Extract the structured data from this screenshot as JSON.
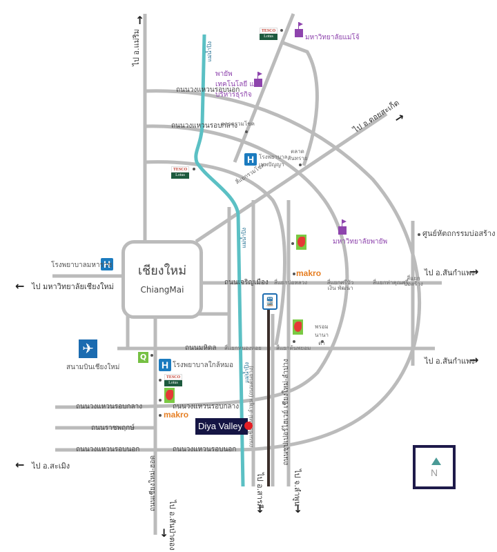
{
  "city": {
    "name_th": "เชียงใหม่",
    "name_en": "ChiangMai"
  },
  "project": {
    "name": "Diya Valley",
    "marker_color": "#e31e24",
    "label_bg": "#151544"
  },
  "compass": {
    "label": "N",
    "arrow_color": "#4a9a96",
    "border_color": "#1e1a4a"
  },
  "colors": {
    "road": "#bbbbbb",
    "river": "#5bc0c4",
    "railway": "#3a2e2a",
    "landmark_purple": "#8e44ad",
    "hospital_blue": "#1b7bbf",
    "makro_orange": "#e67e22"
  },
  "directions": {
    "north_mae_rim": "ไป อ.แม่ริม",
    "west_cmu": "ไป มหาวิทยาลัยเชียงใหม่",
    "west_samoeng": "ไป อ.สะเมิง",
    "east_doi_saket": "ไป อ.ดอยสะเก็ด",
    "east_san_kamphaeng_1": "ไป อ.สันกำแพง",
    "east_san_kamphaeng_2": "ไป อ.สันกำแพง",
    "south_san_pa_tong": "ไป อ.สันป่าตอง",
    "south_saraphi": "ไป อ.สารภี",
    "south_lamphun": "ไป จ.ลำพูน"
  },
  "roads": {
    "outer_ring_north": "ถนนวงแหวนรอบนอก",
    "middle_ring_north": "ถนนวงแหวนรอบกลาง",
    "middle_ring_sw_1": "ถนนวงแหวนรอบกลาง",
    "middle_ring_sw_2": "ถนนวงแหวนรอบกลาง",
    "outer_ring_sw_1": "ถนนวงแหวนรอบนอก",
    "outer_ring_sw_2": "ถนนวงแหวนรอบนอก",
    "ratchaphruek": "ถนนราชพฤกษ์",
    "charoen_mueang": "ถนนเจริญเมือง",
    "mahidol": "ถนนมหิดล",
    "chiangmai_hot": "ถนนเชียงใหม่-ฮอด",
    "superhighway_lamphun": "ถนนซุปเปอร์ไฮเวย์ เชียงใหม่-ลำปาง",
    "cm_lamphun_old": "ถนนเชียงใหม่-ลำพูน (ถนนต้นยาง)",
    "river_ping_1": "แม่น้ำปิง",
    "river_ping_2": "แม่น้ำปิง",
    "river_ping_3": "แม่น้ำปิง",
    "river_ping_4": "แม่น้ำปิง",
    "intersection_ruam_chok": "สี่แยกรวมโชค"
  },
  "intersections": {
    "ban_nong_luang": "สี่แยกบ่อหลวง",
    "kriangkrai": "สี่แยกศรีบัวเงิน พัฒนา",
    "tha_kunsee": "สี่แยกท่าคุณศรี",
    "bo_sang": "สี่แยก บ่อสร้าง",
    "nong_hoi": "สี่แยกหนองหอย",
    "ton_phayom": "สี่แยกต้นพยอม"
  },
  "landmarks": {
    "maejo_university": "มหาวิทยาลัยแม่โจ้",
    "tech_college": "พายัพเทคโนโลยี และบริหารธุรกิจ",
    "payap_university": "มหาวิทยาลัยพายัพ",
    "ruam_chok_market": "ตลาดรวมโชค",
    "san_sai_market": "ตลาดสันทราย",
    "thepanya_hospital": "โรงพยาบาล เทพปัญญา",
    "maharaj_hospital": "โรงพยาบาลมหาราช",
    "klai_mor_hospital": "โรงพยาบาลใกล้หมอ",
    "airport": "สนามบินเชียงใหม่",
    "bo_sang_center": "ศูนย์หัตถกรรมบ่อสร้าง",
    "prom_mai": "พรอม นานาดา",
    "tesco_label_top": "TESCO",
    "tesco_label_bottom": "Lotus",
    "makro": "makro",
    "hospital_glyph": "H",
    "bigc_glyph": ""
  }
}
